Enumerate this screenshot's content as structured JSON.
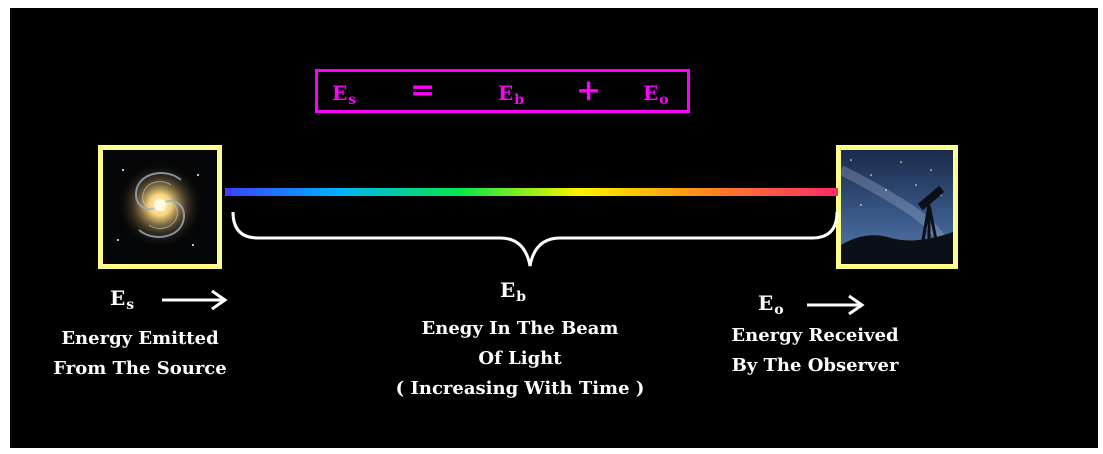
{
  "formula": {
    "lhs": {
      "base": "E",
      "sub": "s"
    },
    "equals": "=",
    "term1": {
      "base": "E",
      "sub": "b"
    },
    "plus": "+",
    "term2": {
      "base": "E",
      "sub": "o"
    }
  },
  "source": {
    "symbol": {
      "base": "E",
      "sub": "s"
    },
    "label_lines": [
      "Energy Emitted",
      "From The Source"
    ],
    "image": "spiral-galaxy"
  },
  "beam": {
    "symbol": {
      "base": "E",
      "sub": "b"
    },
    "label_lines": [
      "Enegy In The Beam",
      "Of Light",
      "( Increasing With Time )"
    ],
    "colors": [
      "#3a40ff",
      "#00b0ff",
      "#00e84a",
      "#fff200",
      "#ff8a1a",
      "#ff2a6d"
    ]
  },
  "observer": {
    "symbol": {
      "base": "E",
      "sub": "o"
    },
    "label_lines": [
      "Energy Received",
      "By The Observer"
    ],
    "image": "telescope-night-sky"
  },
  "colors": {
    "background": "#000000",
    "formula": "#ff00ff",
    "frame": "#fefe8a",
    "text": "#ffffff"
  }
}
